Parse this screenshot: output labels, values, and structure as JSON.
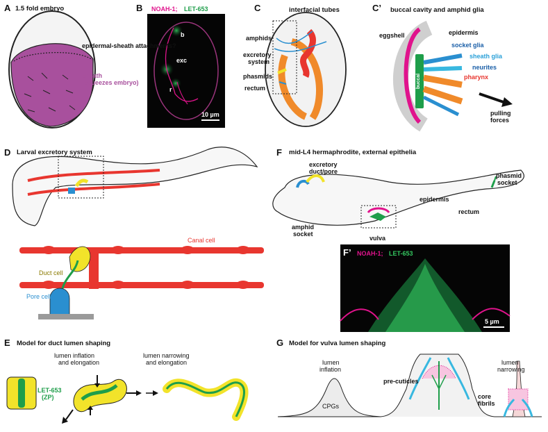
{
  "panels": {
    "A": {
      "letter": "A",
      "title": "1.5 fold embryo",
      "attach": "epidermal-sheath attachments?",
      "sheath1": "sheath",
      "sheath2": "(squeezes embryo)"
    },
    "B": {
      "letter": "B",
      "stain1": "NOAH-1;",
      "stain2": "LET-653",
      "b": "b",
      "exc": "exc",
      "r": "r",
      "scale": "10 µm"
    },
    "C": {
      "letter": "C",
      "title": "interfacial tubes",
      "amphids": "amphids",
      "excretory1": "excretory",
      "excretory2": "system",
      "phasmids": "phasmids",
      "rectum": "rectum"
    },
    "C2": {
      "letter": "C’",
      "title": "buccal cavity and amphid glia",
      "eggshell": "eggshell",
      "epidermis": "epidermis",
      "socket": "socket glia",
      "sheathglia": "sheath glia",
      "neurites": "neurites",
      "pharynx": "pharynx",
      "buccal": "buccal",
      "pulling1": "pulling",
      "pulling2": "forces"
    },
    "D": {
      "letter": "D",
      "title": "Larval excretory system",
      "canal": "Canal cell",
      "duct": "Duct cell",
      "pore": "Pore cell"
    },
    "F": {
      "letter": "F",
      "title": "mid-L4 hermaphrodite, external epithelia",
      "excretory1": "excretory",
      "excretory2": "duct/pore",
      "phasmid1": "phasmid",
      "phasmid2": "socket",
      "epidermis": "epidermis",
      "rectum": "rectum",
      "amphid1": "amphid",
      "amphid2": "socket",
      "vulva": "vulva"
    },
    "F2": {
      "letter": "F’",
      "stain1": "NOAH-1;",
      "stain2": "LET-653",
      "scale": "5 µm"
    },
    "E": {
      "letter": "E",
      "title": "Model for duct lumen shaping",
      "infl1": "lumen inflation",
      "infl2": "and elongation",
      "narr1": "lumen narrowing",
      "narr2": "and elongation",
      "let": "LET-653",
      "zp": "(ZP)"
    },
    "G": {
      "letter": "G",
      "title": "Model for vulva lumen shaping",
      "infl1": "lumen",
      "infl2": "inflation",
      "cpgs": "CPGs",
      "precut": "pre-cuticles",
      "core1": "core",
      "core2": "fibrils",
      "narr1": "lumen",
      "narr2": "narrowing"
    }
  },
  "colors": {
    "magenta": "#e0138c",
    "green": "#1e9e4a",
    "red": "#e8362f",
    "yellow": "#f2e32a",
    "blue": "#2a8fd0",
    "orange": "#f08a2a",
    "purple": "#a44a9c",
    "grey": "#bdbdbd"
  }
}
